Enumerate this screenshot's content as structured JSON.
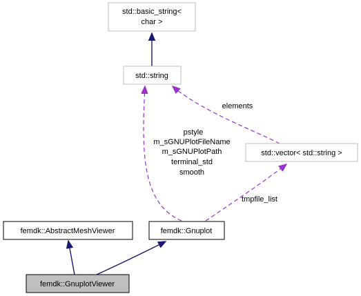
{
  "diagram": {
    "nodes": {
      "basic_string": {
        "lines": [
          "std::basic_string<",
          "char >"
        ],
        "style": "external"
      },
      "string": {
        "lines": [
          "std::string"
        ],
        "style": "external"
      },
      "vector": {
        "lines": [
          "std::vector< std::string >"
        ],
        "style": "external"
      },
      "abstract_mesh_viewer": {
        "lines": [
          "femdk::AbstractMeshViewer"
        ],
        "style": "normal"
      },
      "gnuplot": {
        "lines": [
          "femdk::Gnuplot"
        ],
        "style": "normal"
      },
      "gnuplot_viewer": {
        "lines": [
          "femdk::GnuplotViewer"
        ],
        "style": "highlighted"
      }
    },
    "edges": {
      "string_to_basic_string": {
        "type": "inheritance"
      },
      "vector_to_string": {
        "type": "usage",
        "labels": [
          "elements"
        ]
      },
      "gnuplot_to_string": {
        "type": "usage",
        "labels": [
          "pstyle",
          "m_sGNUPlotFileName",
          "m_sGNUPlotPath",
          "terminal_std",
          "smooth"
        ]
      },
      "gnuplot_to_vector": {
        "type": "usage",
        "labels": [
          "tmpfile_list"
        ]
      },
      "viewer_to_abstract": {
        "type": "inheritance"
      },
      "viewer_to_gnuplot": {
        "type": "inheritance"
      }
    },
    "colors": {
      "inheritance_edge": "#191970",
      "usage_edge": "#9a32cd",
      "external_border": "#bfbfbf",
      "node_border": "#000000",
      "highlight_fill": "#bfbfbf",
      "node_fill": "#ffffff"
    }
  }
}
